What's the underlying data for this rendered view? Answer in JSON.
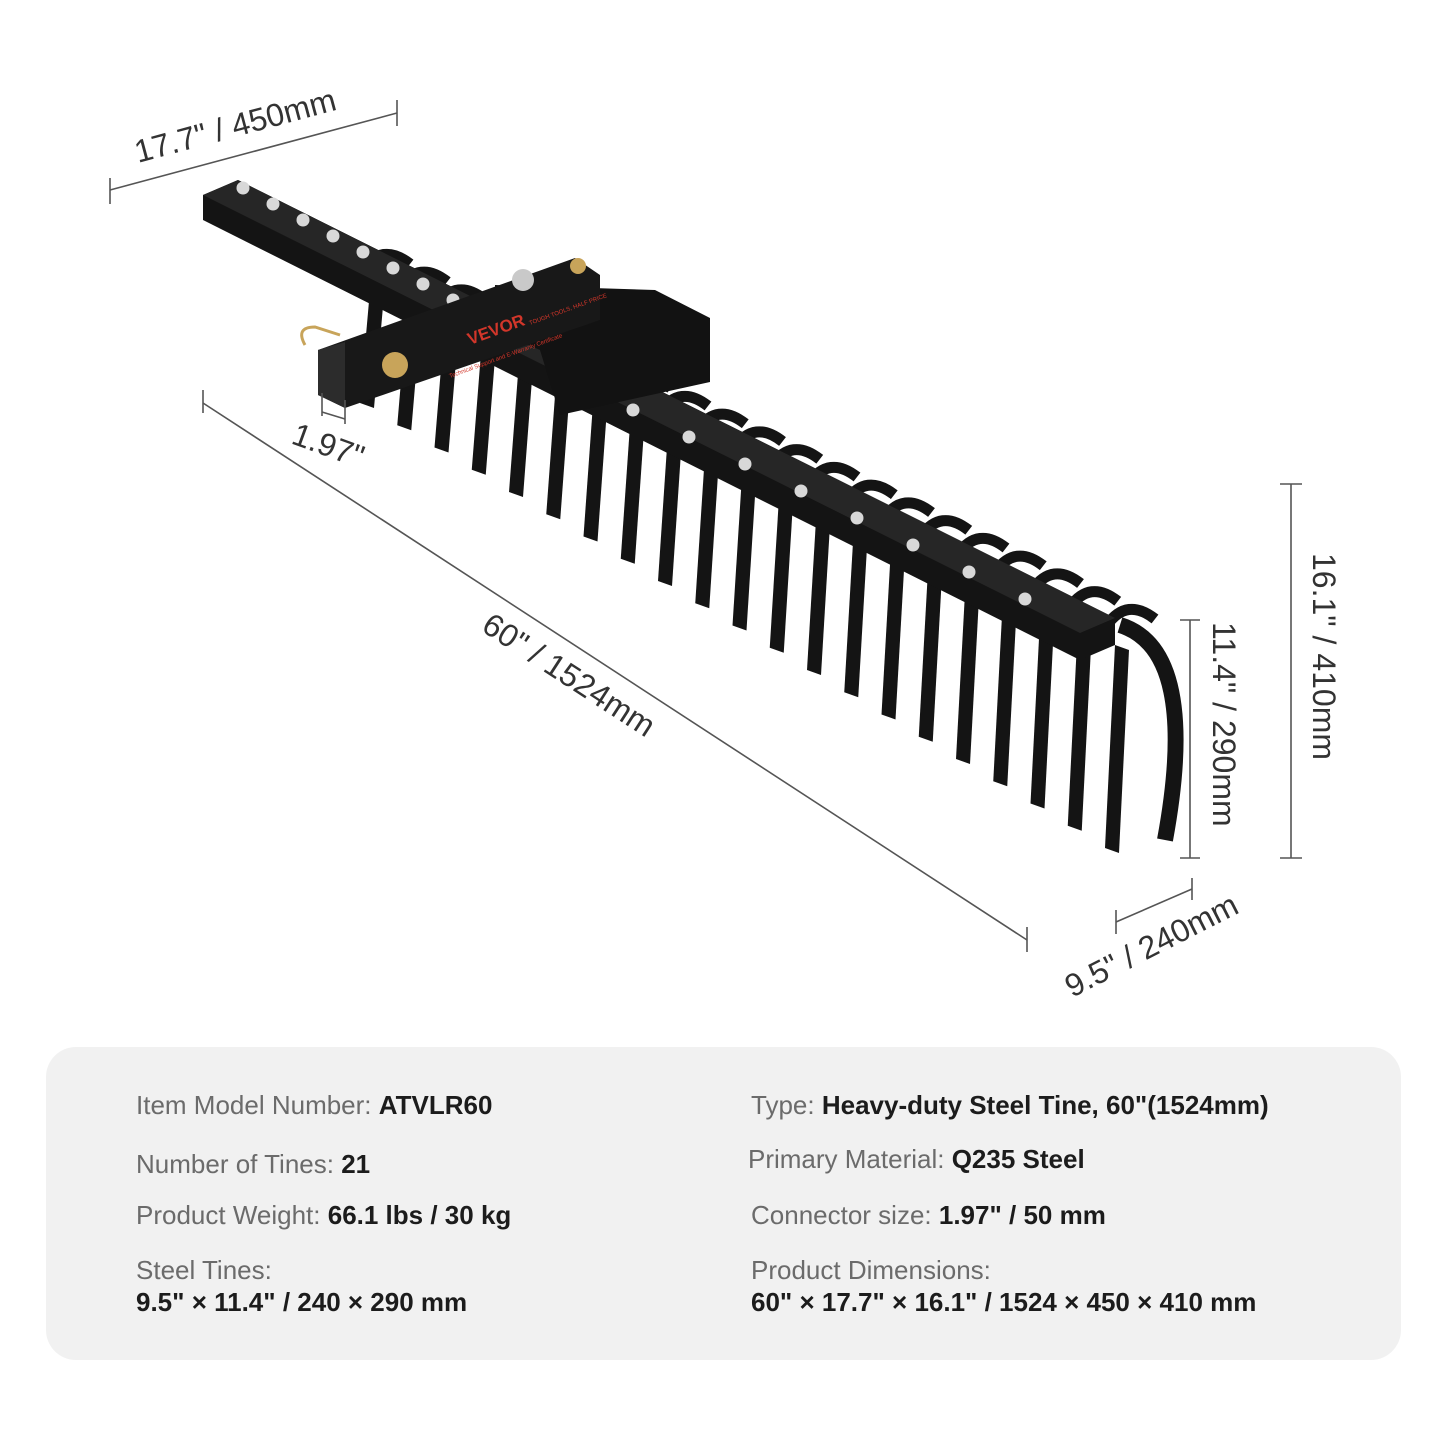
{
  "dimensions": {
    "length": "60\" / 1524mm",
    "width": "17.7\" / 450mm",
    "height": "16.1\" / 410mm",
    "tine_height": "11.4\" / 290mm",
    "tine_depth": "9.5\" / 240mm",
    "connector": "1.97\""
  },
  "brand": {
    "logo_text": "VEVOR",
    "sticker_line1": "TOUGH TOOLS, HALF PRICE",
    "sticker_line2": "Technical Support and E-Warranty Certificate"
  },
  "specs": {
    "model": {
      "label": "Item Model Number: ",
      "value": "ATVLR60"
    },
    "type": {
      "label": "Type: ",
      "value": "Heavy-duty Steel Tine, 60\"(1524mm)"
    },
    "tines": {
      "label": "Number of Tines: ",
      "value": "21"
    },
    "material": {
      "label": "Primary Material: ",
      "value": "Q235 Steel"
    },
    "weight": {
      "label": "Product Weight: ",
      "value": "66.1 lbs / 30 kg"
    },
    "connector": {
      "label": "Connector size: ",
      "value": "1.97\" / 50 mm"
    },
    "steel_tines": {
      "label": "Steel Tines:",
      "value": "9.5\" × 11.4\" / 240 × 290 mm"
    },
    "dimensions": {
      "label": "Product Dimensions:",
      "value": "60\" × 17.7\" × 16.1\" / 1524 × 450 × 410 mm"
    }
  },
  "colors": {
    "product": "#141414",
    "accent": "#d2362a",
    "panel": "#f1f1f1"
  }
}
